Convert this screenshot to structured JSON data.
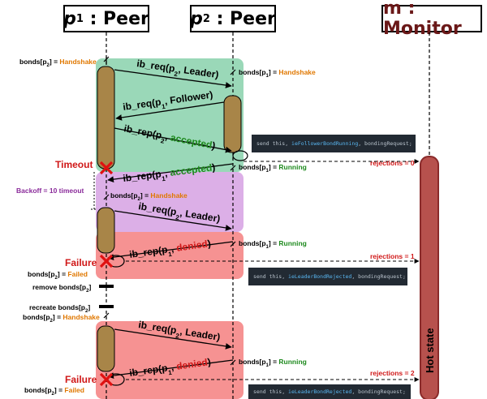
{
  "lifelines": {
    "p1": {
      "name": "p",
      "sub": "1",
      "suffix": " : Peer"
    },
    "p2": {
      "name": "p",
      "sub": "2",
      "suffix": " : Peer"
    },
    "monitor": {
      "label": "m : Monitor"
    }
  },
  "messages": [
    {
      "pre": "ib_req(p",
      "sub": "2",
      "post": ", Leader)"
    },
    {
      "pre": "ib_req(p",
      "sub": "1",
      "post": ", Follower)"
    },
    {
      "pre": "ib_rep(p",
      "sub": "2",
      "post": ", ",
      "tail": "accepted",
      "tail_color": "#1e8a1e",
      "close": ")"
    },
    {
      "pre": "ib_rep(p",
      "sub": "1",
      "post": ", ",
      "tail": "accepted",
      "tail_color": "#1e8a1e",
      "close": ")"
    },
    {
      "pre": "ib_req(p",
      "sub": "2",
      "post": ", Leader)"
    },
    {
      "pre": "ib_rep(p",
      "sub": "1",
      "post": ", ",
      "tail": "denied",
      "tail_color": "#d01818",
      "close": ")"
    },
    {
      "pre": "ib_req(p",
      "sub": "2",
      "post": ", Leader)"
    },
    {
      "pre": "ib_rep(p",
      "sub": "1",
      "post": ", ",
      "tail": "denied",
      "tail_color": "#d01818",
      "close": ")"
    }
  ],
  "state_labels": [
    {
      "pre": "bonds[p",
      "sub": "2",
      "post": "] = ",
      "val": "Handshake",
      "color": "#e07800"
    },
    {
      "pre": "bonds[p",
      "sub": "1",
      "post": "] = ",
      "val": "Handshake",
      "color": "#e07800"
    },
    {
      "pre": "bonds[p",
      "sub": "1",
      "post": "] = ",
      "val": "Running",
      "color": "#1e8a1e"
    },
    {
      "pre": "bonds[p",
      "sub": "2",
      "post": "] = ",
      "val": "Handshake",
      "color": "#e07800"
    },
    {
      "pre": "bonds[p",
      "sub": "1",
      "post": "] = ",
      "val": "Running",
      "color": "#1e8a1e"
    },
    {
      "pre": "bonds[p",
      "sub": "2",
      "post": "] = ",
      "val": "Failed",
      "color": "#e07800"
    },
    {
      "pre": "remove bonds[p",
      "sub": "2",
      "post": "]",
      "val": "",
      "color": "#000"
    },
    {
      "pre": "recreate bonds[p",
      "sub": "2",
      "post": "]",
      "val": "",
      "color": "#000"
    },
    {
      "pre": "bonds[p",
      "sub": "2",
      "post": "] = ",
      "val": "Handshake",
      "color": "#e07800"
    },
    {
      "pre": "bonds[p",
      "sub": "1",
      "post": "] = ",
      "val": "Running",
      "color": "#1e8a1e"
    },
    {
      "pre": "bonds[p",
      "sub": "2",
      "post": "] = ",
      "val": "Failed",
      "color": "#e07800"
    }
  ],
  "events": {
    "timeout": "Timeout",
    "backoff": "Backoff = 10 timeout",
    "failure": "Failure",
    "hot_state": "Hot state"
  },
  "rejections": [
    "rejections = 0",
    "rejections = 1",
    "rejections = 2"
  ],
  "code_snippets": [
    {
      "a": "send this, ",
      "b": "ieFollowerBondRunning",
      "c": ", bondingRequest;"
    },
    {
      "a": "send this, ",
      "b": "ieLeaderBondRejected",
      "c": ", bondingRequest;"
    },
    {
      "a": "send this, ",
      "b": "ieLeaderBondRejected",
      "c": ", bondingRequest;"
    }
  ],
  "colors": {
    "green_region": "#8fd4b0",
    "purple_region": "#d8a6e4",
    "red_region": "#f57f7f",
    "activation": "#a88548",
    "monitor_bar": "#b7514d",
    "monitor_border": "#8a2a2a",
    "fail_red": "#e01010"
  }
}
